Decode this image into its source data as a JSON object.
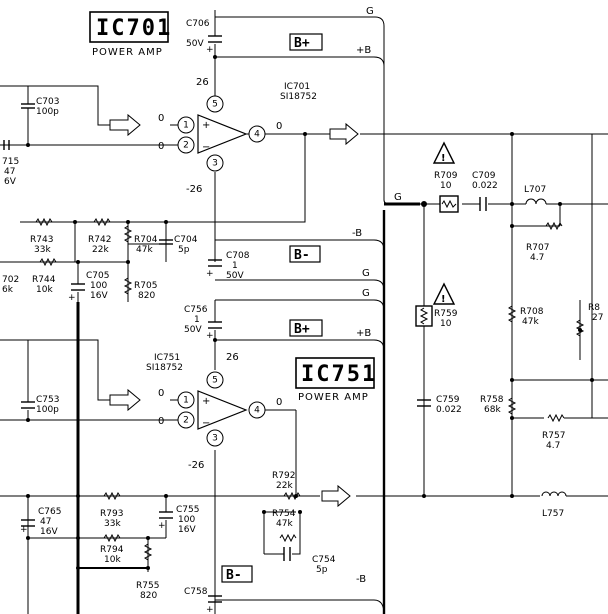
{
  "ic701": {
    "title": "IC701",
    "subtitle": "POWER AMP",
    "part_ref": "IC701",
    "part_no": "SI18752",
    "pins": {
      "p1": "1",
      "p2": "2",
      "p3": "3",
      "p4": "4",
      "p5": "5"
    },
    "labels": {
      "vplus": "26",
      "vminus": "-26",
      "in1": "0",
      "in2": "0",
      "out": "0"
    }
  },
  "ic751": {
    "title": "IC751",
    "subtitle": "POWER AMP",
    "part_ref": "IC751",
    "part_no": "SI18752",
    "pins": {
      "p1": "1",
      "p2": "2",
      "p3": "3",
      "p4": "4",
      "p5": "5"
    },
    "labels": {
      "vplus": "26",
      "vminus": "-26",
      "in1": "0",
      "in2": "0",
      "out": "0"
    }
  },
  "rails": {
    "bplus": "B+",
    "bminus": "B-",
    "plus_b": "+B",
    "minus_b": "-B",
    "g": "G"
  },
  "components": {
    "c706": {
      "ref": "C706",
      "val": "50V"
    },
    "c703": {
      "ref": "C703",
      "val": "100p"
    },
    "c715": {
      "ref": "715",
      "v1": "47",
      "v2": "6V"
    },
    "r743": {
      "ref": "R743",
      "val": "33k"
    },
    "r742": {
      "ref": "R742",
      "val": "22k"
    },
    "r704": {
      "ref": "R704",
      "val": "47k"
    },
    "c704": {
      "ref": "C704",
      "val": "5p"
    },
    "c708": {
      "ref": "C708",
      "v1": "1",
      "v2": "50V"
    },
    "r702": {
      "ref": "702",
      "val": "6k"
    },
    "r744": {
      "ref": "R744",
      "val": "10k"
    },
    "c705": {
      "ref": "C705",
      "v1": "100",
      "v2": "16V"
    },
    "r705": {
      "ref": "R705",
      "val": "820"
    },
    "c756": {
      "ref": "C756",
      "v1": "1",
      "v2": "50V"
    },
    "c753": {
      "ref": "C753",
      "val": "100p"
    },
    "c765": {
      "ref": "C765",
      "v1": "47",
      "v2": "16V"
    },
    "r793": {
      "ref": "R793",
      "val": "33k"
    },
    "r794": {
      "ref": "R794",
      "val": "10k"
    },
    "c755": {
      "ref": "C755",
      "v1": "100",
      "v2": "16V"
    },
    "r755": {
      "ref": "R755",
      "val": "820"
    },
    "r792": {
      "ref": "R792",
      "val": "22k"
    },
    "r754": {
      "ref": "R754",
      "val": "47k"
    },
    "c754": {
      "ref": "C754",
      "val": "5p"
    },
    "c758": {
      "ref": "C758"
    },
    "r709": {
      "ref": "R709",
      "val": "10"
    },
    "c709": {
      "ref": "C709",
      "val": "0.022"
    },
    "l707": {
      "ref": "L707"
    },
    "r707": {
      "ref": "R707",
      "val": "4.7"
    },
    "r708": {
      "ref": "R708",
      "val": "47k"
    },
    "r759": {
      "ref": "R759",
      "val": "10"
    },
    "c759": {
      "ref": "C759",
      "val": "0.022"
    },
    "r758": {
      "ref": "R758",
      "val": "68k"
    },
    "r757": {
      "ref": "R757",
      "val": "4.7"
    },
    "l757": {
      "ref": "L757"
    },
    "r8x": {
      "ref": "R8",
      "val": "27"
    }
  },
  "warning_symbol": "!"
}
